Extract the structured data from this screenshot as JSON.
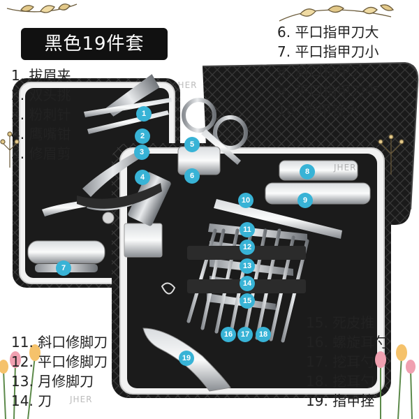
{
  "title": "黑色19件套",
  "labels_left": [
    "1. 拔眉夹",
    "2. 双头挑",
    "3. 粉刺针",
    "4. 鹰嘴钳",
    "5. 修眉剪"
  ],
  "labels_right_top": [
    "6. 平口指甲刀大",
    "7. 平口指甲刀小",
    "8. 斜口指甲刀",
    "9. 平口指甲刀中",
    "10. 指甲锉大"
  ],
  "labels_left_bottom": [
    "11. 斜口修脚刀",
    "12. 平口修脚刀",
    "13. 月修脚刀",
    "14. 刀"
  ],
  "labels_right_bottom": [
    "15. 死皮推",
    "16. 螺旋耳勺",
    "17. 挖耳勺",
    "18. 挖耳勺",
    "19. 指甲挫"
  ],
  "badges": [
    "1",
    "2",
    "3",
    "4",
    "5",
    "6",
    "7",
    "8",
    "9",
    "10",
    "11",
    "12",
    "13",
    "14",
    "15",
    "16",
    "17",
    "18",
    "19"
  ],
  "watermark": "JHER",
  "colors": {
    "badge": "#38b3d6",
    "case_dark": "#151515",
    "title_bg": "#111111"
  }
}
